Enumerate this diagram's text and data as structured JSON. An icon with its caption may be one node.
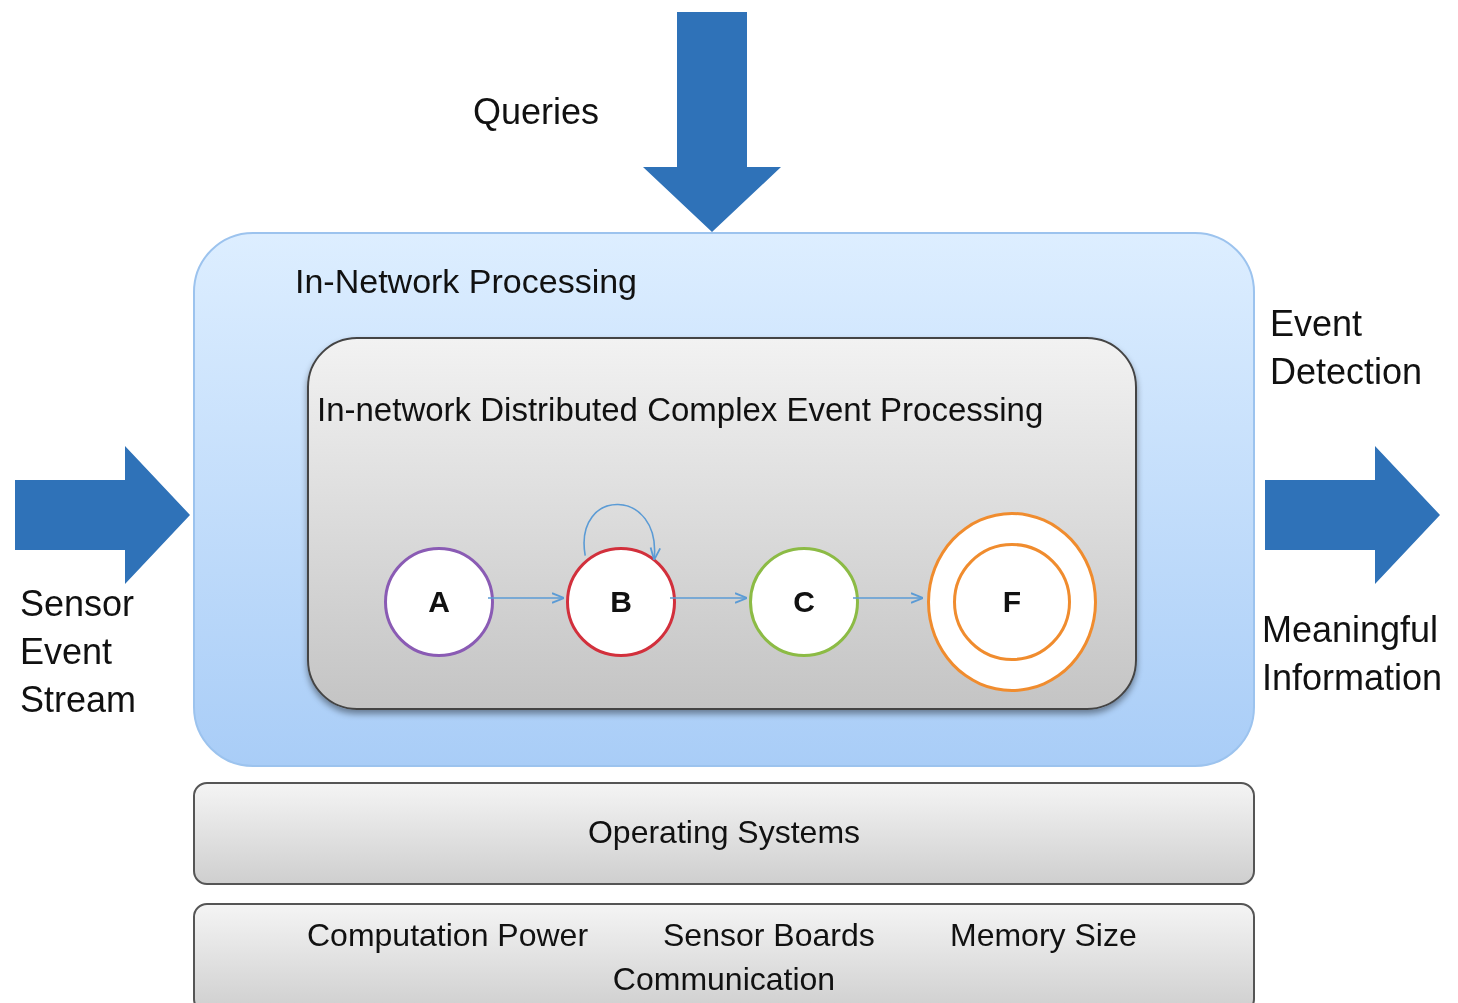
{
  "diagram": {
    "nodes": [
      {
        "text": [
          "In-Network Processing"
        ]
      },
      {
        "text": [
          "In-network Distributed Complex Event Processing"
        ],
        "in": 0
      },
      {
        "text": [
          "A"
        ],
        "in": 1
      },
      {
        "text": [
          "B"
        ],
        "in": 1
      },
      {
        "text": [
          "C"
        ],
        "in": 1
      },
      {
        "text": [
          "F"
        ],
        "in": 1
      },
      {
        "text": [
          "Operating Systems"
        ]
      },
      {
        "text": [
          "Computation Power",
          "Sensor Boards",
          "Memory Size",
          "Communication"
        ]
      }
    ],
    "edges": [
      {
        "from": null,
        "to": 0,
        "arrow": "to",
        "label": "Queries",
        "style": "thick",
        "color": "#2f72b8"
      },
      {
        "from": null,
        "to": 0,
        "arrow": "to",
        "label": "Sensor Event Stream",
        "style": "thick",
        "color": "#2f72b8"
      },
      {
        "from": 0,
        "to": null,
        "arrow": "to",
        "label": "Event Detection",
        "style": "thick",
        "color": "#2f72b8"
      },
      {
        "from": 2,
        "to": 3,
        "arrow": "to"
      },
      {
        "from": 3,
        "to": 3,
        "arrow": "to"
      },
      {
        "from": 3,
        "to": 4,
        "arrow": "to"
      },
      {
        "from": 4,
        "to": 5,
        "arrow": "to"
      }
    ],
    "labels": [
      "Meaningful Information"
    ]
  }
}
